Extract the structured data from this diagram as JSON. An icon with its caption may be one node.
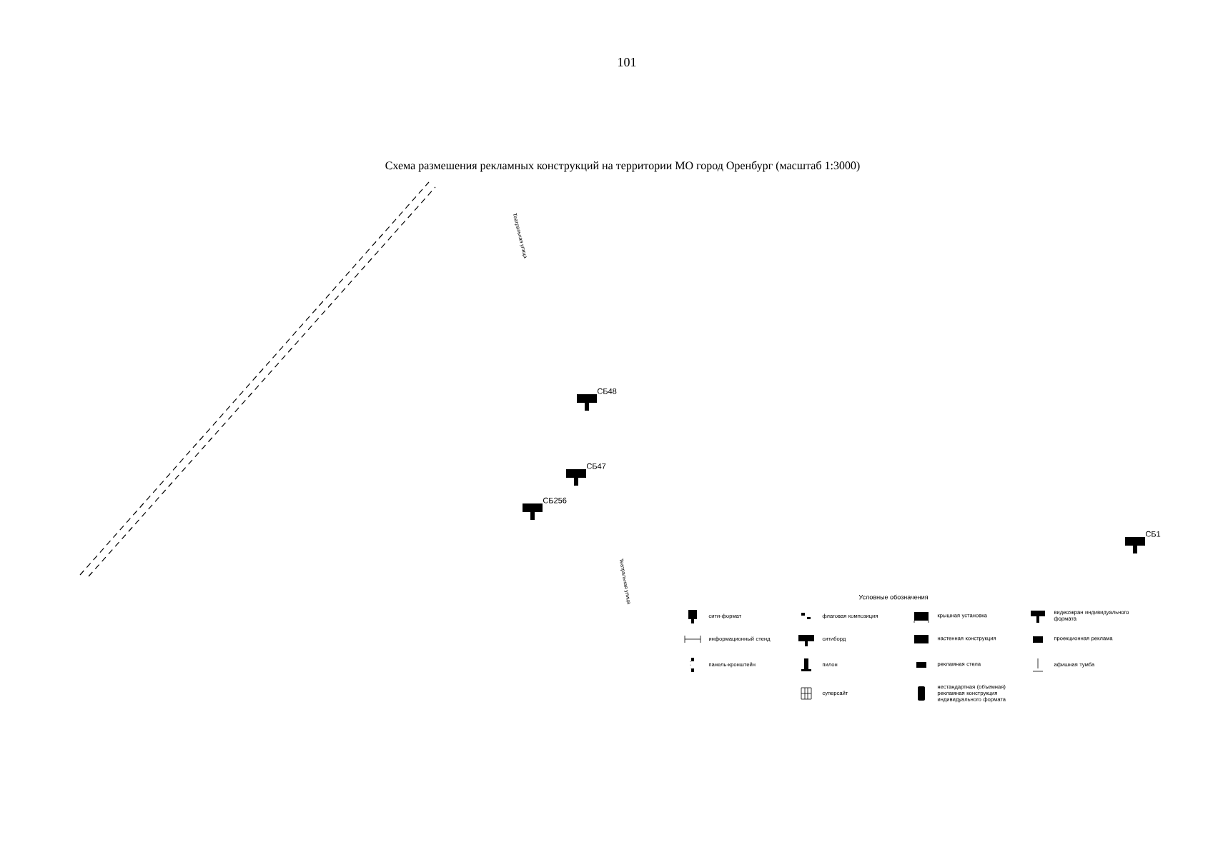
{
  "diagram": {
    "title": "Схема размешения рекламных конструкций на территории МО город Оренбург (масштаб 1:3000)",
    "labels": [
      "101",
      "Театральная улица",
      "СБ48",
      "СБ47",
      "СБ256",
      "СБ1",
      "Театральная улица",
      "Условные обозначения"
    ],
    "legend": [
      {
        "text": "сити-формат"
      },
      {
        "text": "флаговая композиция"
      },
      {
        "text": "крышная установка"
      },
      {
        "text": "видеоэкран индивидуального формата"
      },
      {
        "text": "информационный стенд"
      },
      {
        "text": "ситиборд"
      },
      {
        "text": "настенная конструкция"
      },
      {
        "text": "проекционная реклама"
      },
      {
        "text": "панель-кронштейн"
      },
      {
        "text": "пилон"
      },
      {
        "text": "рекламная стела"
      },
      {
        "text": "афишная тумба"
      },
      {
        "text": "суперсайт"
      },
      {
        "text": "нестандартная (объемная) рекламная конструкция индивидуального формата"
      }
    ]
  }
}
